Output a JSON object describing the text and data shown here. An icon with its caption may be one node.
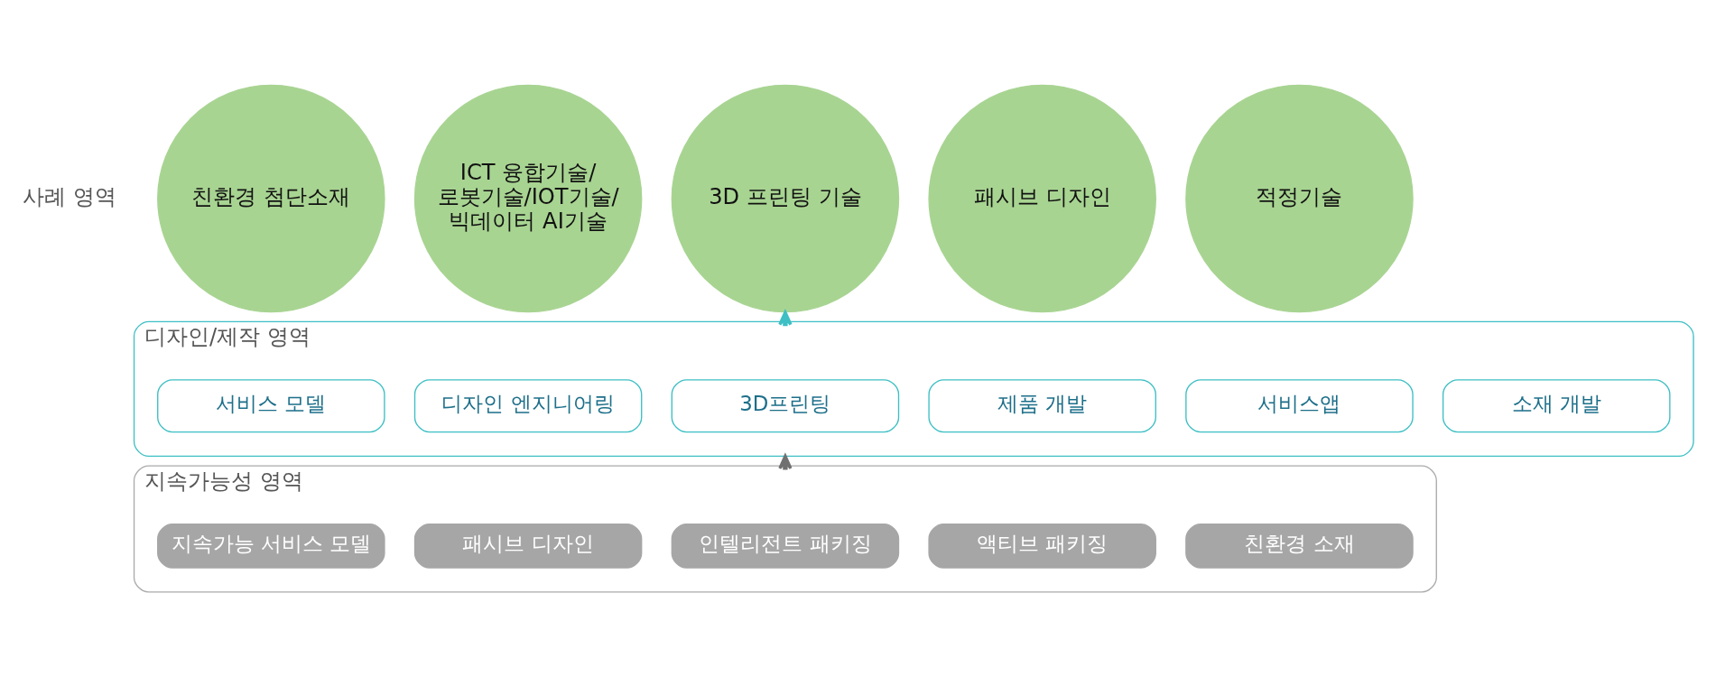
{
  "diagram": {
    "nodes": [
      {
        "text": [
          "친환경 첨단소재"
        ]
      },
      {
        "text": [
          "ICT 융합기술/ 로봇기술/IOT기술/ 빅데이터 AI기술"
        ]
      },
      {
        "text": [
          "3D 프린팅 기술"
        ]
      },
      {
        "text": [
          "패시브 디자인"
        ]
      },
      {
        "text": [
          "적정기술"
        ]
      },
      {
        "text": [
          "디자인/제작 영역"
        ]
      },
      {
        "text": [
          "소재 개발"
        ],
        "in": 5
      },
      {
        "text": [
          "서비스앱"
        ],
        "in": 5
      },
      {
        "text": [
          "제품 개발"
        ],
        "in": 5
      },
      {
        "text": [
          "3D프린팅"
        ],
        "in": 5
      },
      {
        "text": [
          "디자인 엔지니어링"
        ],
        "in": 5
      },
      {
        "text": [
          "서비스 모델"
        ],
        "in": 5
      },
      {
        "text": [
          "지속가능성 영역"
        ]
      },
      {
        "text": [
          "친환경 소재"
        ],
        "in": 12
      },
      {
        "text": [
          "액티브 패키징"
        ],
        "in": 12
      },
      {
        "text": [
          "인텔리전트 패키징"
        ],
        "in": 12
      },
      {
        "text": [
          "패시브 디자인"
        ],
        "in": 12
      },
      {
        "text": [
          "지속가능 서비스 모델"
        ],
        "in": 12
      }
    ],
    "edges": [
      {
        "from": 12,
        "to": 5,
        "arrow": "to",
        "color": "#707070"
      },
      {
        "from": 5,
        "to": 2,
        "arrow": "to",
        "color": "#3dbfc4"
      }
    ],
    "labels": [
      "사례 영역"
    ]
  }
}
